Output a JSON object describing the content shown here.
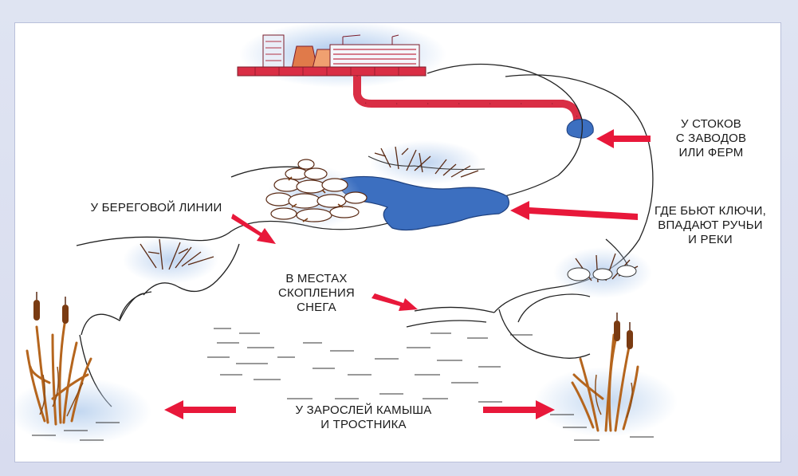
{
  "labels": {
    "stoki": [
      "У СТОКОВ",
      "С ЗАВОДОВ",
      "ИЛИ ФЕРМ"
    ],
    "klyuchi": [
      "ГДЕ БЬЮТ КЛЮЧИ,",
      "ВПАДАЮТ РУЧЬИ",
      "И РЕКИ"
    ],
    "bereg": [
      "У БЕРЕГОВОЙ ЛИНИИ"
    ],
    "sneg": [
      "В МЕСТАХ",
      "СКОПЛЕНИЯ",
      "СНЕГА"
    ],
    "kamysh": [
      "У ЗАРОСЛЕЙ КАМЫША",
      "И ТРОСТНИКА"
    ]
  },
  "colors": {
    "arrow": "#e8183a",
    "water": "#3c6fc0",
    "ice_tint": "#cfe0f4",
    "pipe": "#d92e45",
    "factory_sky": "#a9c6ea",
    "reeds": "#b5651d",
    "cattail": "#7a3b12"
  }
}
